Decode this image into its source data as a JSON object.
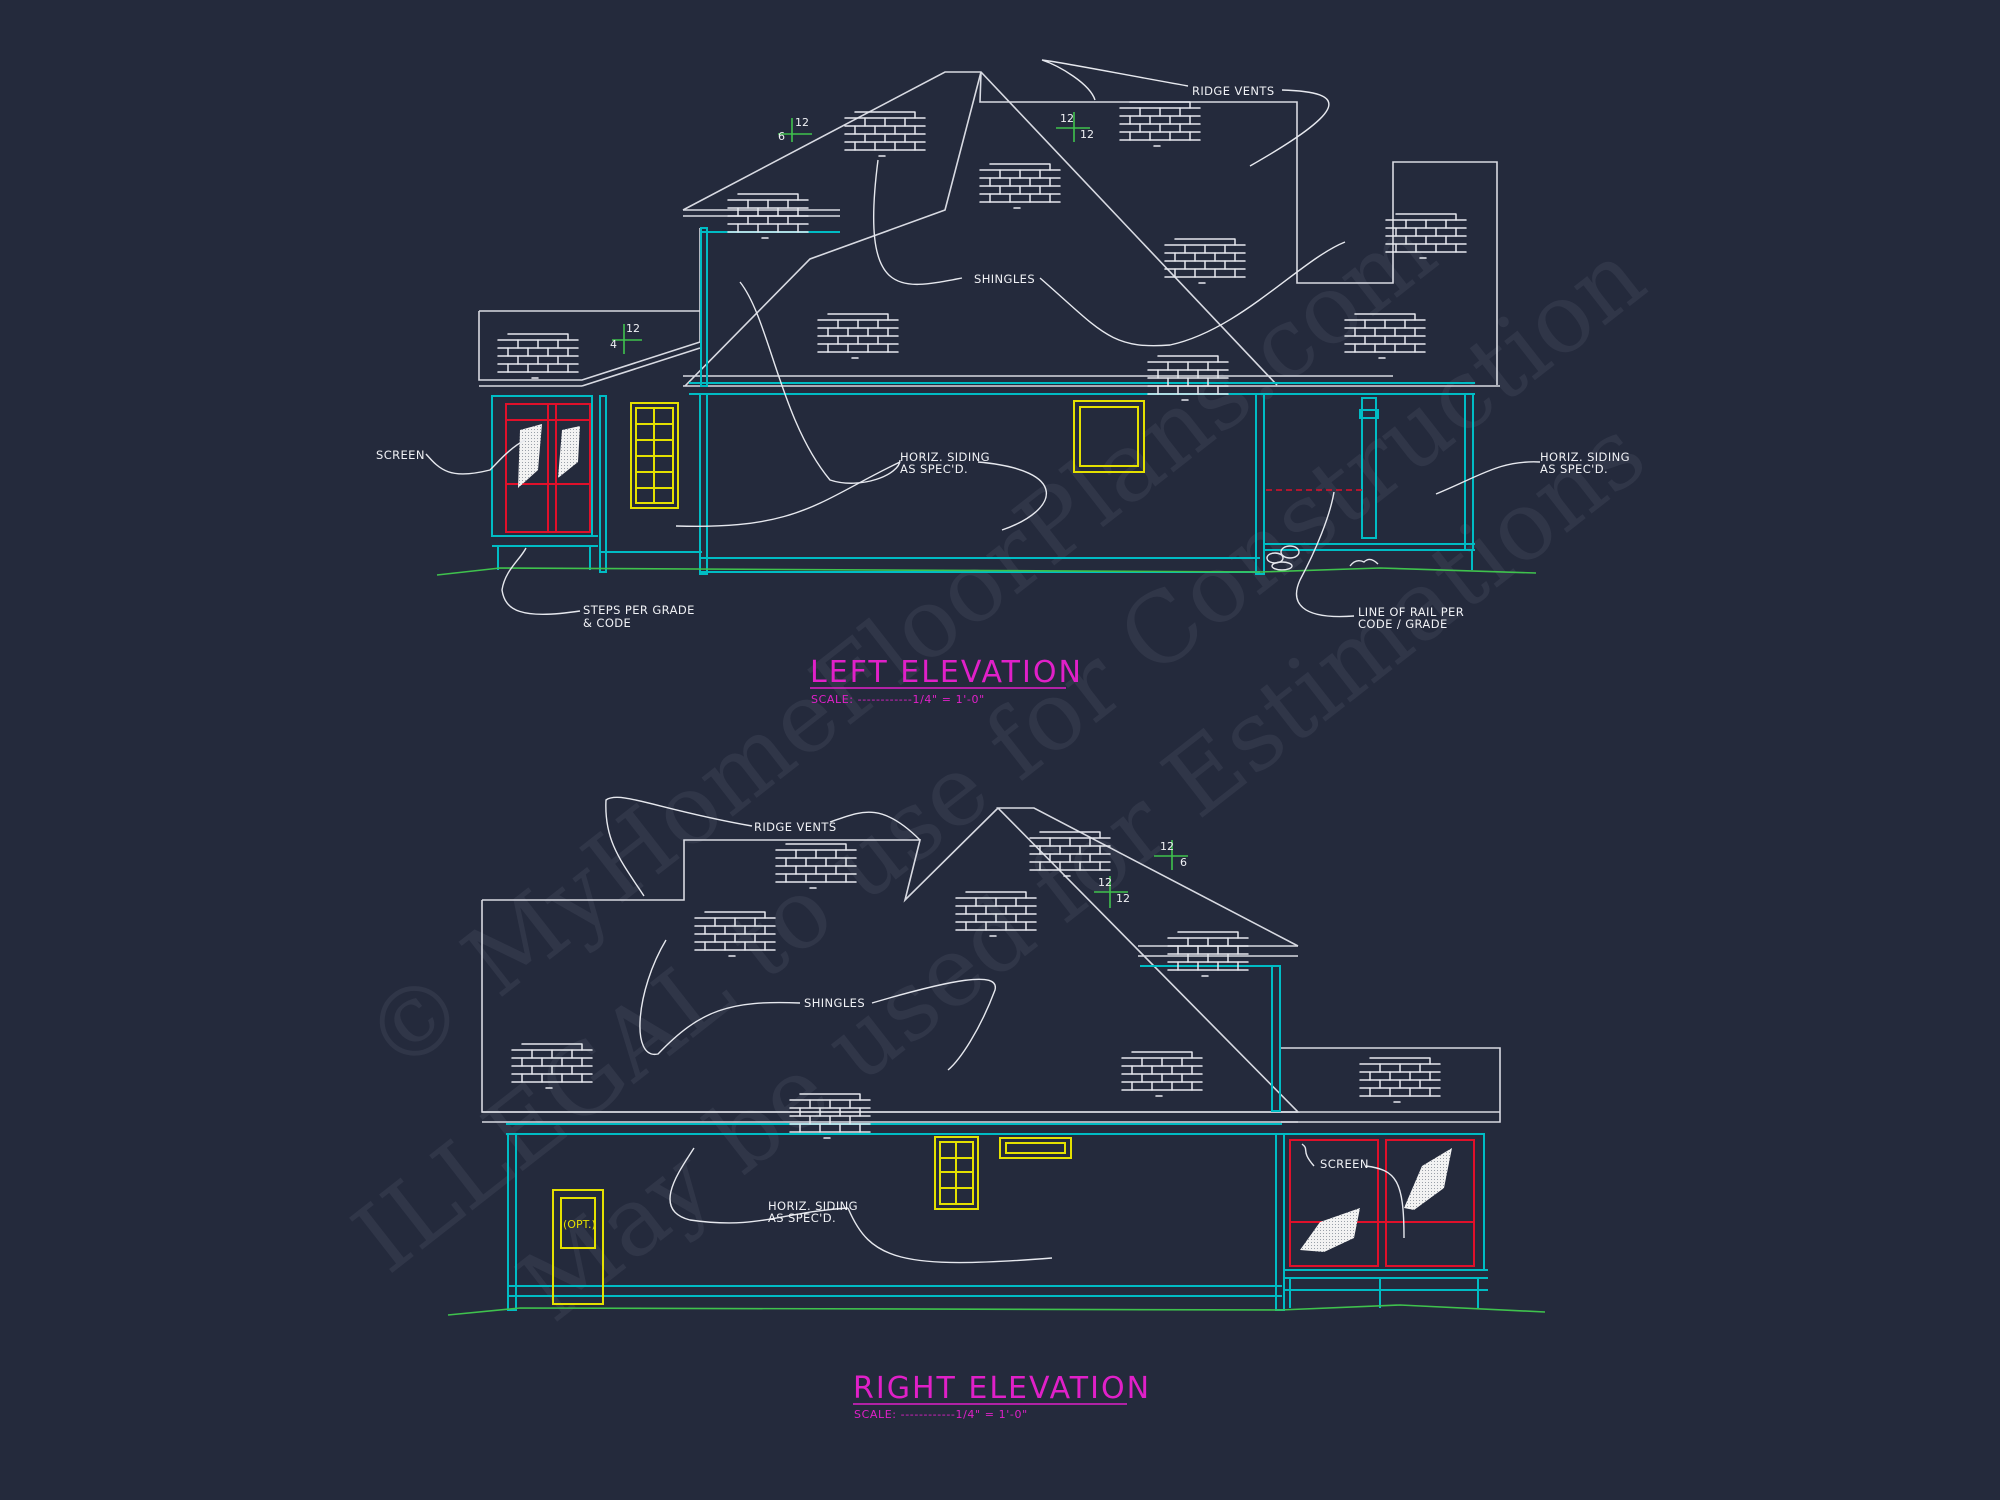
{
  "left_elevation": {
    "title": "LEFT ELEVATION",
    "scale": "SCALE: ------------1/4\" = 1'-0\"",
    "notes": {
      "ridge_vents": "RIDGE VENTS",
      "shingles": "SHINGLES",
      "screen": "SCREEN",
      "siding_center_1": "HORIZ. SIDING",
      "siding_center_2": "AS SPEC'D.",
      "siding_right_1": "HORIZ. SIDING",
      "siding_right_2": "AS SPEC'D.",
      "steps_1": "STEPS PER GRADE",
      "steps_2": "& CODE",
      "rail_1": "LINE OF RAIL PER",
      "rail_2": "CODE / GRADE"
    },
    "pitches": {
      "a_rise": "6",
      "a_run": "12",
      "b_rise": "12",
      "b_run": "12",
      "c_rise": "4",
      "c_run": "12"
    }
  },
  "right_elevation": {
    "title": "RIGHT ELEVATION",
    "scale": "SCALE: ------------1/4\" = 1'-0\"",
    "notes": {
      "ridge_vents": "RIDGE VENTS",
      "shingles": "SHINGLES",
      "siding_1": "HORIZ. SIDING",
      "siding_2": "AS SPEC'D.",
      "screen": "SCREEN",
      "door_opt": "(OPT.)"
    },
    "pitches": {
      "a_rise": "6",
      "a_run": "12",
      "b_rise": "12",
      "b_run": "12"
    }
  },
  "watermark": {
    "line1": "© MyHomeFloorPlans.com",
    "line2": "ILLEGAL to use for Construction",
    "line3": "May be used for Estimations"
  },
  "colors": {
    "background": "#242a3c",
    "walls": "#00bcc4",
    "windows": "#e4e000",
    "screens": "#e0102a",
    "titles": "#e020c8",
    "ground": "#3fc24d"
  }
}
